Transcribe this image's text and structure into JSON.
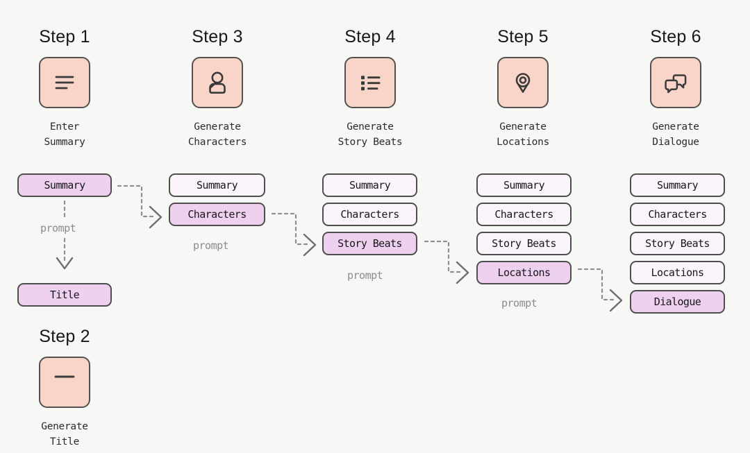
{
  "diagram": {
    "background_color": "#f7f7f6",
    "tile_color": "#f8d5c8",
    "pill_color": "#fbf5fb",
    "pill_highlight_color": "#eed0ef",
    "stroke_color": "#4e4e4c",
    "connector_color": "#8e8e8e",
    "prompt_label": "prompt"
  },
  "steps": [
    {
      "title": "Step 1",
      "icon": "document-lines-icon",
      "caption_line1": "Enter",
      "caption_line2": "Summary"
    },
    {
      "title": "Step 3",
      "icon": "person-icon",
      "caption_line1": "Generate",
      "caption_line2": "Characters"
    },
    {
      "title": "Step 4",
      "icon": "bulleted-list-icon",
      "caption_line1": "Generate",
      "caption_line2": "Story Beats"
    },
    {
      "title": "Step 5",
      "icon": "map-pin-icon",
      "caption_line1": "Generate",
      "caption_line2": "Locations"
    },
    {
      "title": "Step 6",
      "icon": "speech-bubbles-icon",
      "caption_line1": "Generate",
      "caption_line2": "Dialogue"
    }
  ],
  "step2": {
    "title": "Step 2",
    "icon": "single-line-icon",
    "caption_line1": "Generate",
    "caption_line2": "Title"
  },
  "stacks": [
    {
      "name": "stack-step1",
      "pills": [
        {
          "label": "Summary",
          "highlight": true
        },
        {
          "label": "Title",
          "highlight": true
        }
      ]
    },
    {
      "name": "stack-step3",
      "pills": [
        {
          "label": "Summary",
          "highlight": false
        },
        {
          "label": "Characters",
          "highlight": true
        }
      ]
    },
    {
      "name": "stack-step4",
      "pills": [
        {
          "label": "Summary",
          "highlight": false
        },
        {
          "label": "Characters",
          "highlight": false
        },
        {
          "label": "Story Beats",
          "highlight": true
        }
      ]
    },
    {
      "name": "stack-step5",
      "pills": [
        {
          "label": "Summary",
          "highlight": false
        },
        {
          "label": "Characters",
          "highlight": false
        },
        {
          "label": "Story Beats",
          "highlight": false
        },
        {
          "label": "Locations",
          "highlight": true
        }
      ]
    },
    {
      "name": "stack-step6",
      "pills": [
        {
          "label": "Summary",
          "highlight": false
        },
        {
          "label": "Characters",
          "highlight": false
        },
        {
          "label": "Story Beats",
          "highlight": false
        },
        {
          "label": "Locations",
          "highlight": false
        },
        {
          "label": "Dialogue",
          "highlight": true
        }
      ]
    }
  ],
  "prompt_labels": [
    {
      "name": "prompt-label-1",
      "text": "prompt"
    },
    {
      "name": "prompt-label-2",
      "text": "prompt"
    },
    {
      "name": "prompt-label-3",
      "text": "prompt"
    },
    {
      "name": "prompt-label-4",
      "text": "prompt"
    }
  ]
}
